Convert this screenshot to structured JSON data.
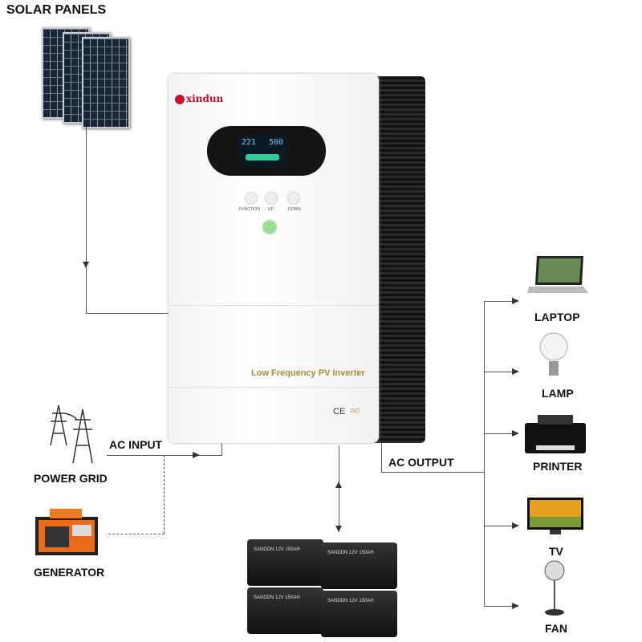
{
  "labels": {
    "solar": "SOLAR PANELS",
    "ac_input": "AC INPUT",
    "power_grid": "POWER GRID",
    "generator": "GENERATOR",
    "ac_output": "AC OUTPUT",
    "laptop": "LAPTOP",
    "lamp": "LAMP",
    "printer": "PRINTER",
    "tv": "TV",
    "fan": "FAN"
  },
  "inverter": {
    "brand": "xindun",
    "model_text": "Low Frequency PV Inverter",
    "display_left": "221",
    "display_right": "500",
    "buttons": [
      "FUNCTION",
      "UP",
      "DOWN"
    ],
    "cert_ce": "CE",
    "cert_iso": "ISO"
  },
  "battery": {
    "label": "SANDDN 12V 150AH"
  },
  "colors": {
    "brand": "#c8102e",
    "model_text": "#a88a3a",
    "lcd": "#66ccff"
  }
}
